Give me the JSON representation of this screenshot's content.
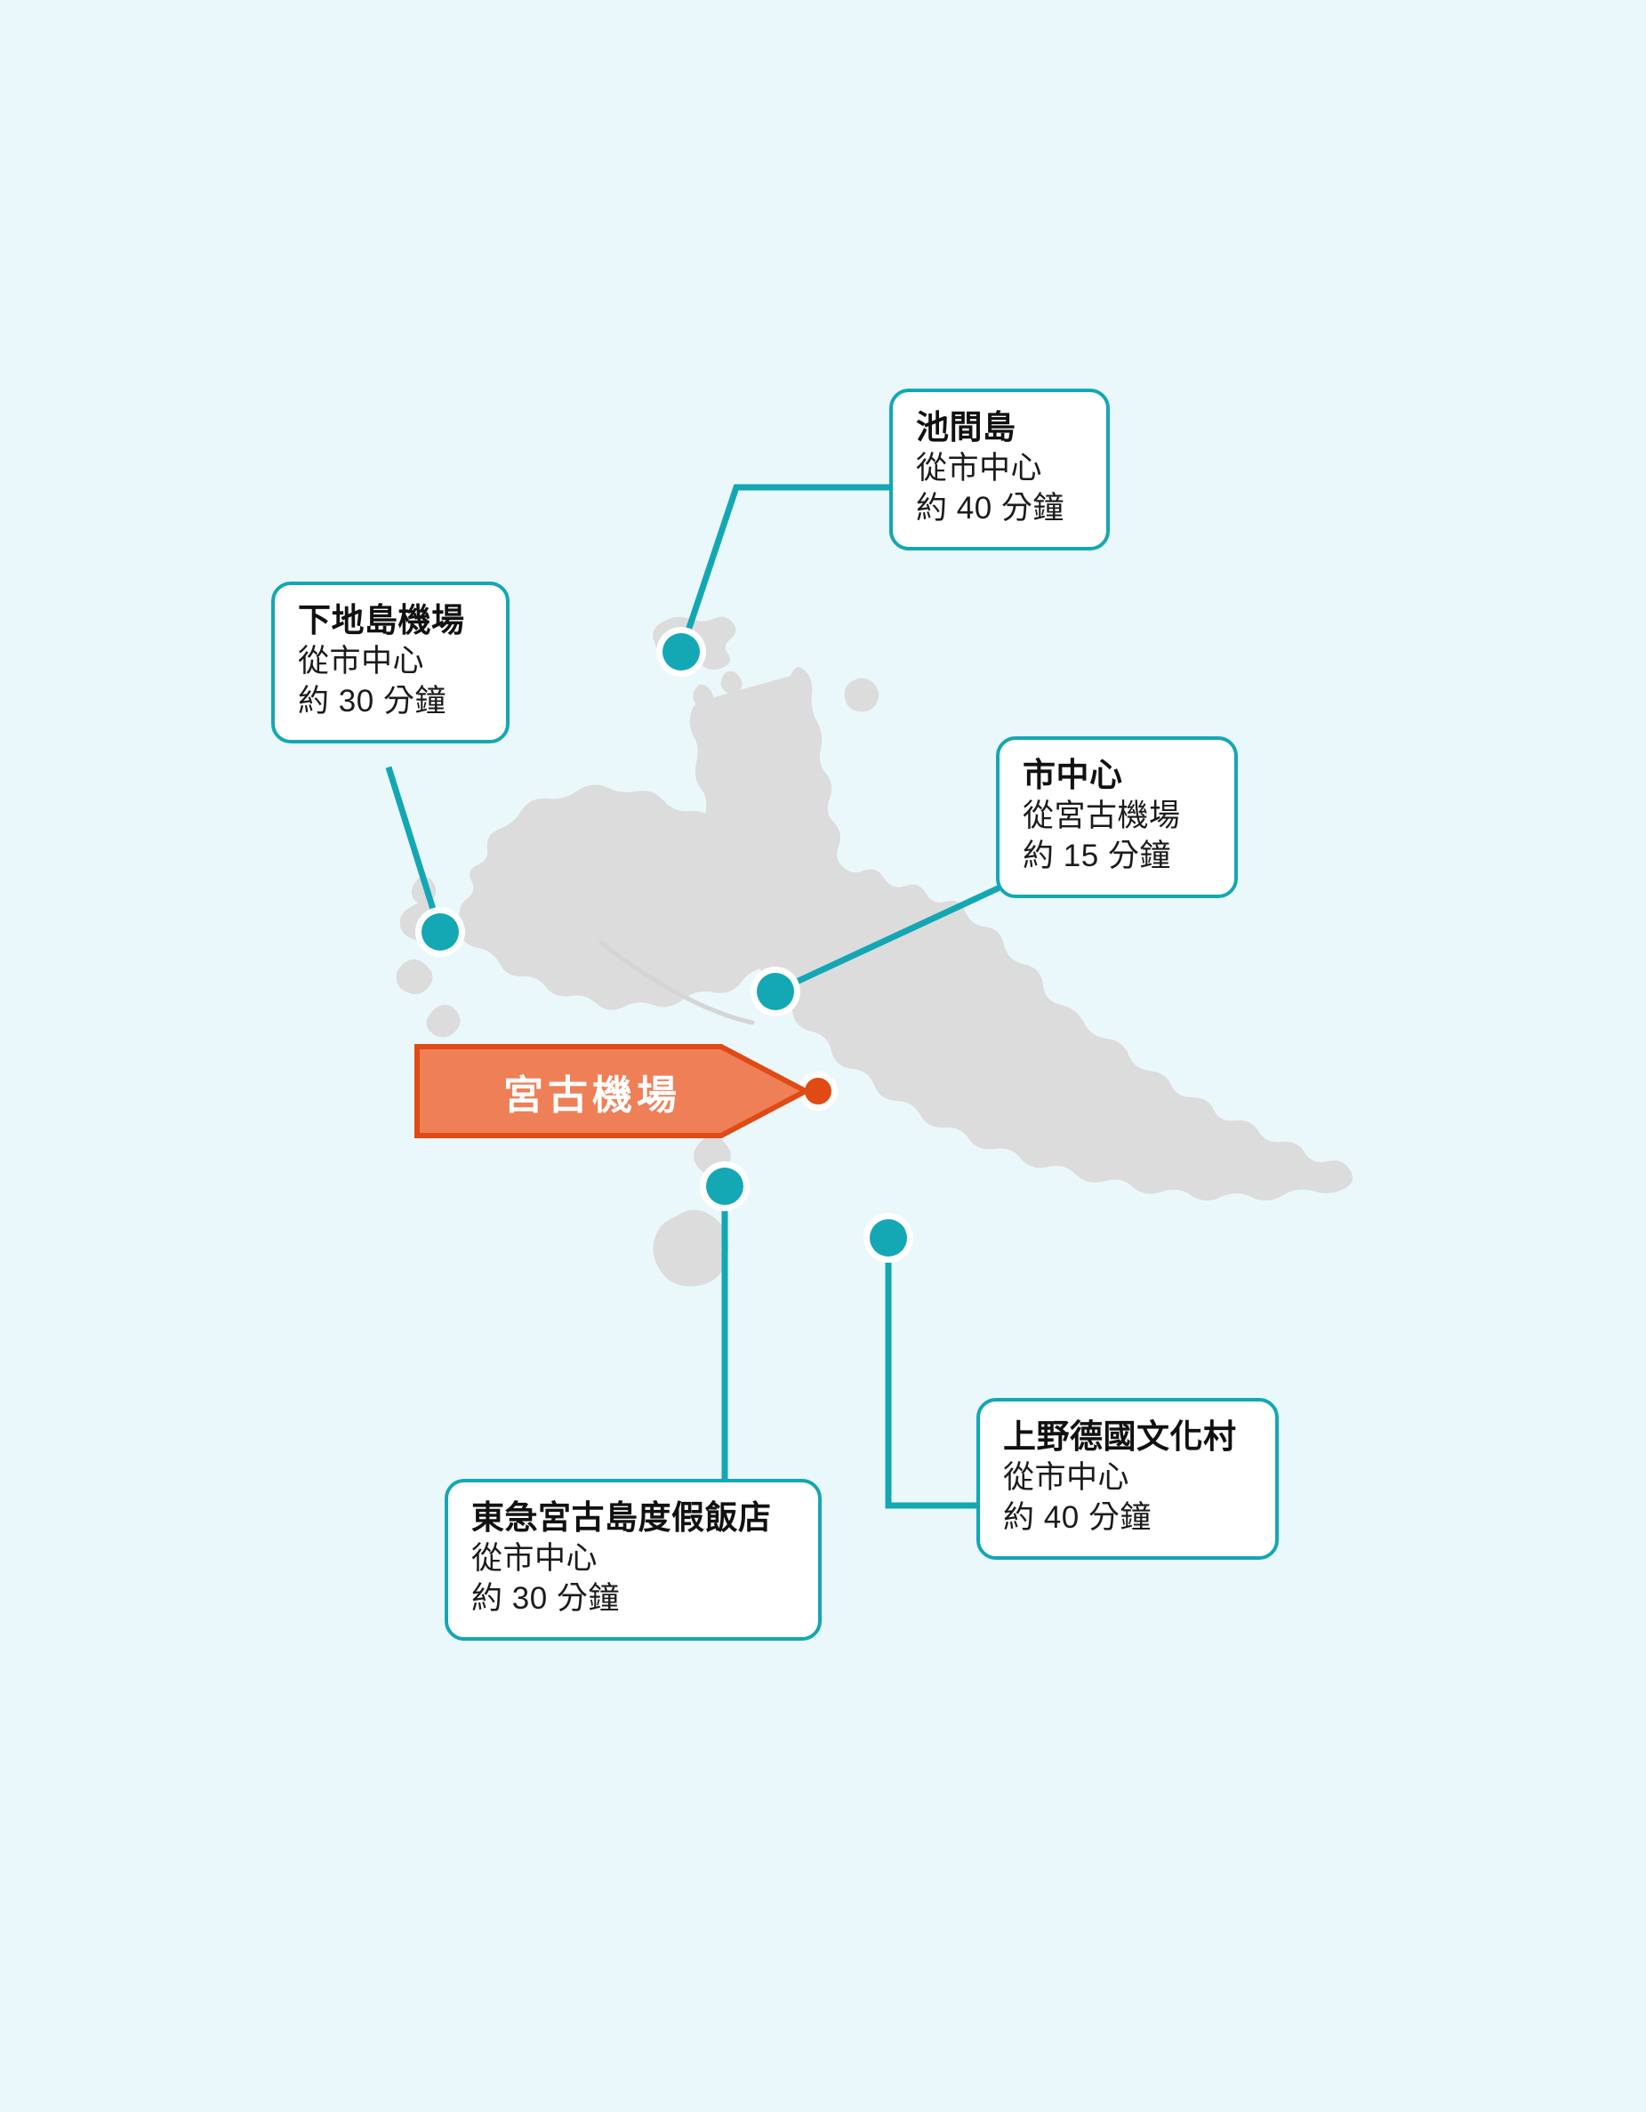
{
  "page": {
    "background_color": "#ebf8fb",
    "accent_color": "#13a7b4",
    "highlight_color": "#e04a14",
    "highlight_fill_color": "#ef7f57",
    "land_color": "#dcdcdc"
  },
  "airport_banner": {
    "label": "宮古機場",
    "marker_name": "miyako-airport-marker"
  },
  "callouts": [
    {
      "id": "ikema",
      "title": "池間島",
      "line1": "從市中心",
      "line2": "約 40 分鐘"
    },
    {
      "id": "shimoji",
      "title": "下地島機場",
      "line1": "從市中心",
      "line2": "約 30 分鐘"
    },
    {
      "id": "city",
      "title": "市中心",
      "line1": "從宮古機場",
      "line2": "約 15 分鐘"
    },
    {
      "id": "tokyu",
      "title": "東急宮古島度假飯店",
      "line1": "從市中心",
      "line2": "約 30 分鐘"
    },
    {
      "id": "ueno",
      "title": "上野德國文化村",
      "line1": "從市中心",
      "line2": "約 40 分鐘"
    }
  ],
  "map_markers": [
    {
      "name": "ikema-island-marker",
      "type": "teal"
    },
    {
      "name": "shimoji-airport-marker",
      "type": "teal"
    },
    {
      "name": "city-center-marker",
      "type": "teal"
    },
    {
      "name": "tokyu-resort-marker",
      "type": "teal"
    },
    {
      "name": "ueno-village-marker",
      "type": "teal"
    },
    {
      "name": "miyako-airport-marker",
      "type": "orange"
    }
  ]
}
